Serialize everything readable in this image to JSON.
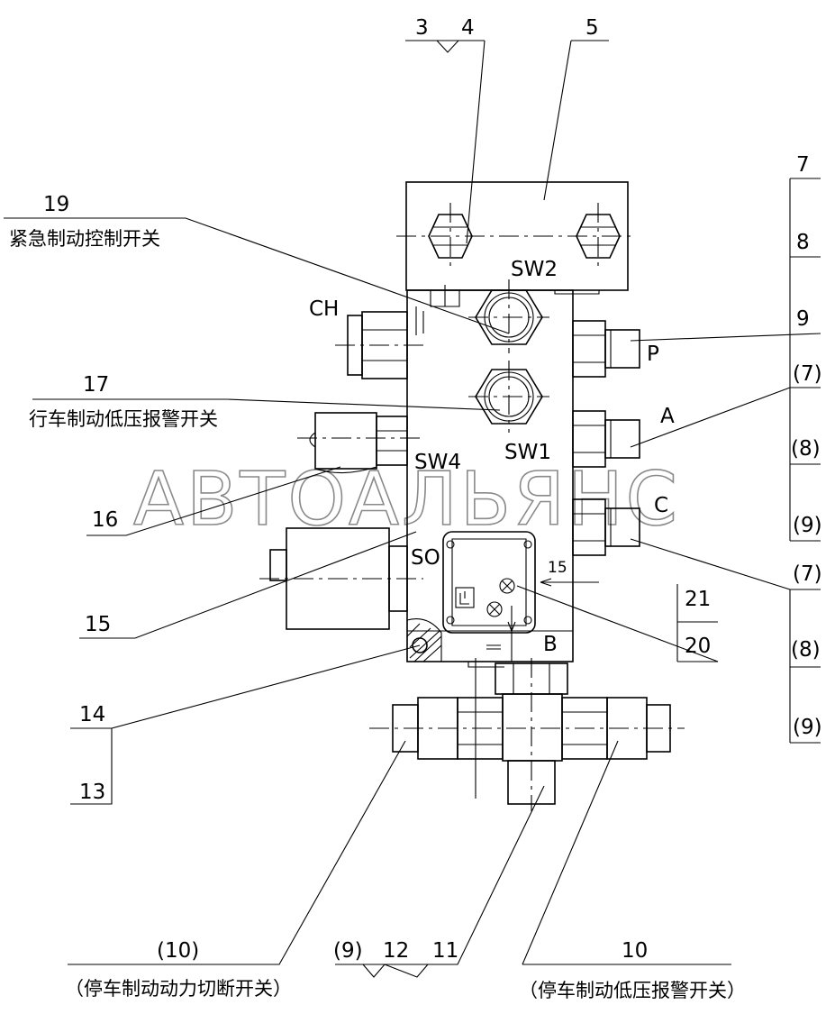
{
  "watermark": "АВТОАЛЬЯНС",
  "ports": {
    "CH": "CH",
    "SW2": "SW2",
    "SW1": "SW1",
    "SW4": "SW4",
    "SO": "SO",
    "P": "P",
    "A": "A",
    "C": "C",
    "B": "B"
  },
  "callouts": {
    "n3": "3",
    "n4": "4",
    "n5": "5",
    "n7": "7",
    "n8": "8",
    "n9": "9",
    "n7b": "(7)",
    "n8b": "(8)",
    "n9b": "(9)",
    "n7c": "(7)",
    "n8c": "(8)",
    "n9c": "(9)",
    "n19": "19",
    "n17": "17",
    "n16": "16",
    "n15": "15",
    "n15s": "15",
    "n14": "14",
    "n13": "13",
    "n21": "21",
    "n20": "20",
    "n10p": "(10)",
    "n9p": "(9)",
    "n12": "12",
    "n11": "11",
    "n10": "10"
  },
  "notes": {
    "emergency_brake_switch": "紧急制动控制开关",
    "service_brake_low_pressure_alarm": "行车制动低压报警开关",
    "parking_brake_power_cutoff": "（停车制动动力切断开关）",
    "parking_brake_low_pressure_alarm": "（停车制动低压报警开关）"
  }
}
